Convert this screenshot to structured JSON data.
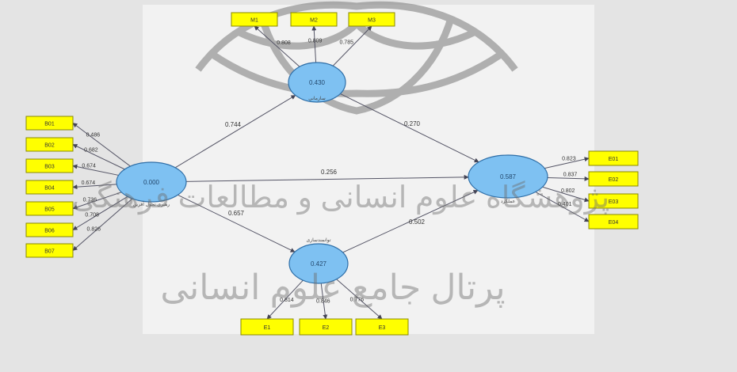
{
  "palette": {
    "outer_bg": "#e4e4e4",
    "canvas_bg": "#f2f2f2",
    "latent_fill": "#7ec1f2",
    "latent_stroke": "#2f6fa8",
    "indicator_fill": "#ffff00",
    "indicator_stroke": "#8a8a00",
    "path_line": "#555566",
    "watermark": "#7a7a7a"
  },
  "latent": {
    "mediator_top": {
      "label": "0.430",
      "caption": "سازمانی"
    },
    "exogenous": {
      "label": "0.000",
      "caption": "رهبری تحول آفرین"
    },
    "endogenous": {
      "label": "0.587",
      "caption": "عملکرد"
    },
    "mediator_bottom": {
      "label": "0.427",
      "caption": "توانمندسازی"
    }
  },
  "indicators": {
    "top": [
      "M1",
      "M2",
      "M3"
    ],
    "left": [
      "B01",
      "B02",
      "B03",
      "B04",
      "B05",
      "B06",
      "B07"
    ],
    "right": [
      "E01",
      "E02",
      "E03",
      "E04"
    ],
    "bottom": [
      "E1",
      "E2",
      "E3"
    ]
  },
  "loadings": {
    "top": [
      "0.808",
      "0.809",
      "0.785"
    ],
    "left": [
      "0.486",
      "0.682",
      "0.674",
      "0.674",
      "0.736",
      "0.708",
      "0.826"
    ],
    "right": [
      "0.823",
      "0.837",
      "0.802",
      "0.401"
    ],
    "bottom": [
      "0.814",
      "0.846",
      "0.776"
    ]
  },
  "paths": {
    "exo_to_mtop": "0.744",
    "mtop_to_endo": "0.270",
    "exo_to_endo": "0.256",
    "exo_to_mbot": "0.657",
    "mbot_to_endo": "0.502"
  },
  "watermark": {
    "line1": "پژوهشگاه علوم انسانی و مطالعات فرهنگی",
    "line2": "پرتال جامع علوم انسانی"
  }
}
